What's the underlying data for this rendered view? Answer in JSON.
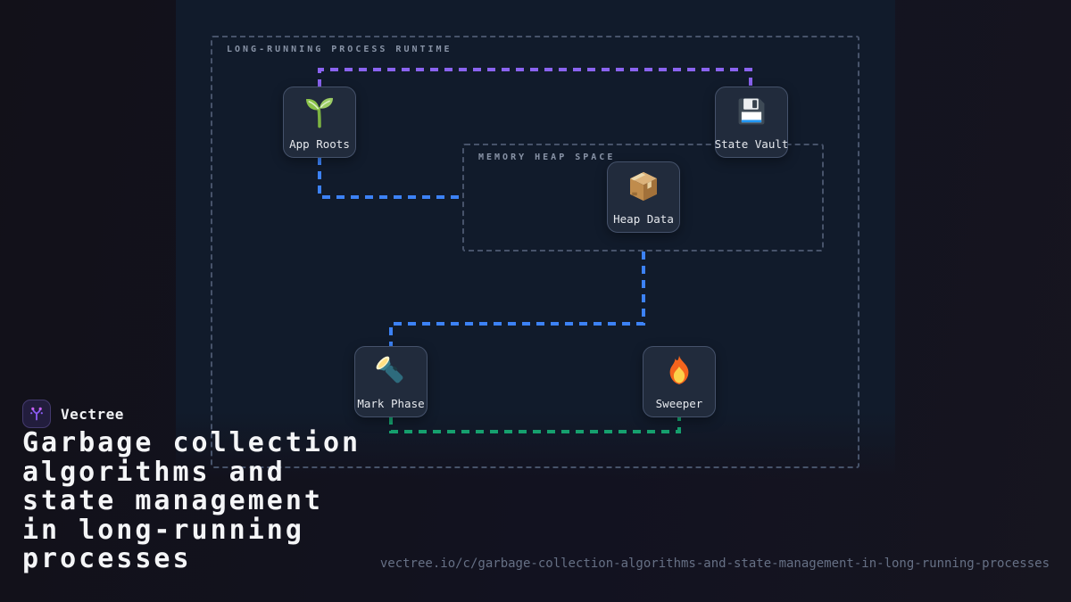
{
  "brand": {
    "name": "Vectree",
    "logo_icon": "vectree-branch-logo"
  },
  "title": {
    "full": "Garbage collection algorithms and state management in long-running processes",
    "lines": [
      "Garbage collection",
      "algorithms and",
      "state management",
      "in long-running",
      "processes"
    ]
  },
  "footer_url": "vectree.io/c/garbage-collection-algorithms-and-state-management-in-long-running-processes",
  "diagram": {
    "containers": [
      {
        "id": "runtime",
        "label": "LONG-RUNNING PROCESS RUNTIME"
      },
      {
        "id": "heap",
        "label": "MEMORY HEAP SPACE"
      }
    ],
    "nodes": [
      {
        "id": "app-roots",
        "label": "App Roots",
        "icon": "seedling-icon"
      },
      {
        "id": "state-vault",
        "label": "State Vault",
        "icon": "floppy-disk-icon"
      },
      {
        "id": "heap-data",
        "label": "Heap Data",
        "icon": "package-icon"
      },
      {
        "id": "mark-phase",
        "label": "Mark Phase",
        "icon": "flashlight-icon"
      },
      {
        "id": "sweeper",
        "label": "Sweeper",
        "icon": "fire-icon"
      }
    ],
    "connectors": [
      {
        "from": "app-roots",
        "to": "state-vault",
        "color": "#8a63f0",
        "style": "dashed"
      },
      {
        "from": "app-roots",
        "to": "memory-heap-space",
        "color": "#3c82f6",
        "style": "dashed"
      },
      {
        "from": "memory-heap-space",
        "to": "mark-phase",
        "color": "#3c82f6",
        "style": "dashed"
      },
      {
        "from": "mark-phase",
        "to": "sweeper",
        "color": "#16a06e",
        "style": "dashed"
      }
    ],
    "colors": {
      "accent_purple": "#8a63f0",
      "accent_blue": "#3c82f6",
      "accent_green": "#16a06e",
      "panel_bg": "#111b2b",
      "node_bg": "#212b3c",
      "node_border": "#45526b",
      "dash_border": "#47536a",
      "text_primary": "#f4f5f7",
      "text_muted": "#8893a6",
      "url_text": "#667085"
    }
  }
}
